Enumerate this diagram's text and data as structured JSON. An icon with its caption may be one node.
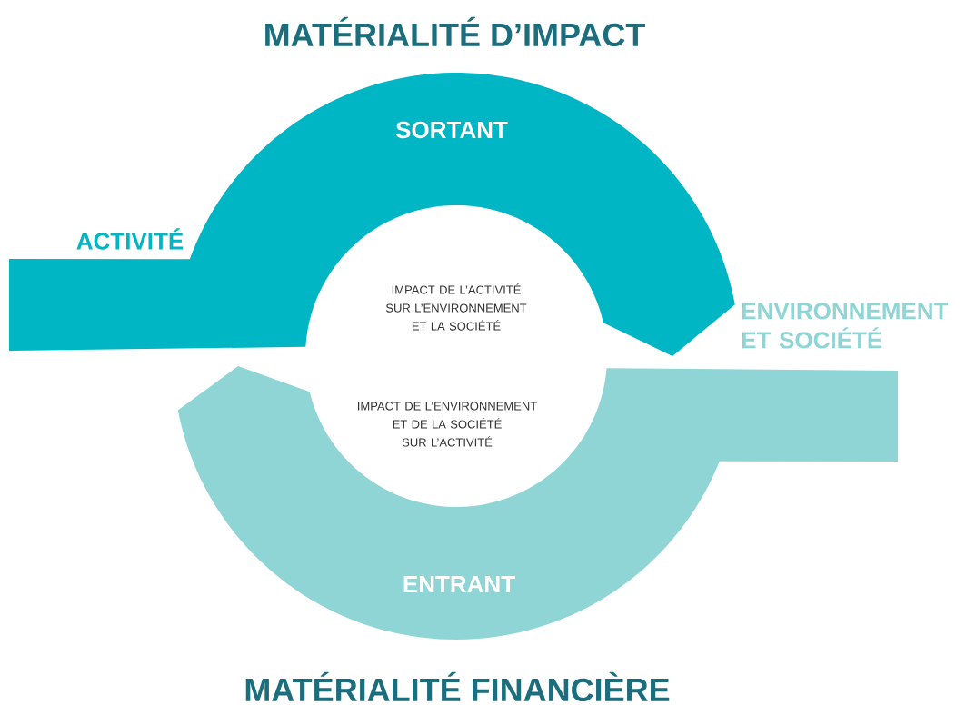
{
  "diagram": {
    "title": "MATÉRIALITÉ D’IMPACT",
    "caption": "MATÉRIALITÉ FINANCIÈRE",
    "nodes": [
      {
        "text": [
          "SORTANT"
        ],
        "beside": [
          "ACTIVITÉ"
        ]
      },
      {
        "text": [
          "ENTRANT"
        ],
        "beside": [
          "ENVIRONNEMENT ET SOCIÉTÉ"
        ]
      }
    ],
    "labels": [
      "IMPACT DE L’ACTIVITÉ SUR L’ENVIRONNEMENT ET LA SOCIÉTÉ",
      "IMPACT DE L’ENVIRONNEMENT ET DE LA SOCIÉTÉ SUR L’ACTIVITÉ"
    ]
  }
}
